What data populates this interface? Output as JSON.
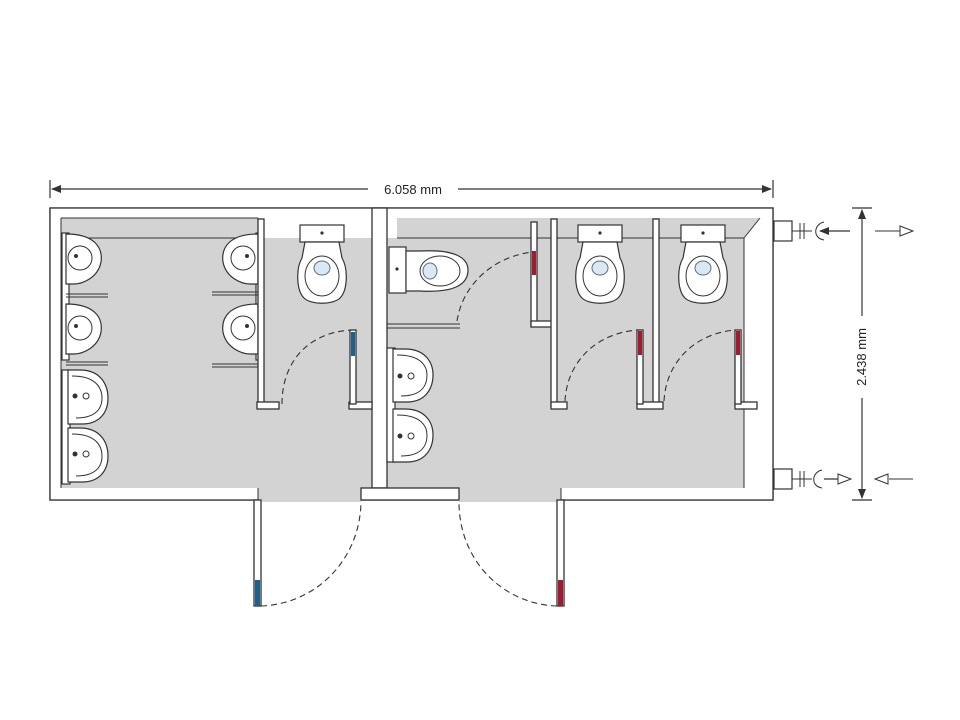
{
  "dimensions": {
    "width_label": "6.058 mm",
    "depth_label": "2.438 mm"
  },
  "legend_colors": {
    "male_marker": "#1f5f8b",
    "female_marker": "#a3192e",
    "floor": "#d3d3d3"
  },
  "fixtures": {
    "urinals": 4,
    "toilets": 4,
    "washbasins": 4,
    "entrance_doors": 2
  },
  "services": {
    "supply_arrow": "inlet",
    "drain_arrow": "outlet"
  }
}
